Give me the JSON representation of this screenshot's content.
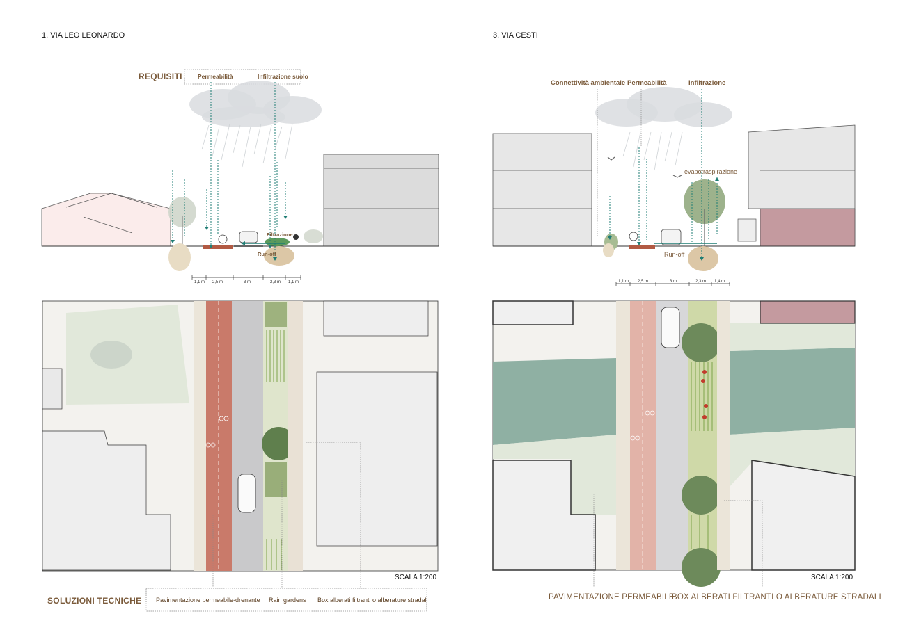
{
  "left": {
    "title": "1. VIA LEO LEONARDO",
    "requisiti_label": "REQUISITI",
    "req_tags": [
      "Permeabilità",
      "Infiltrazione suolo"
    ],
    "section_labels": {
      "filtration": "Filtrazione",
      "runoff": "Run-off"
    },
    "dimensions": [
      "1,1 m",
      "2,5 m",
      "3 m",
      "2,3 m",
      "1,1 m"
    ],
    "scale": "SCALA 1:200",
    "solutions_label": "SOLUZIONI TECNICHE",
    "solutions": [
      "Pavimentazione permeabile-drenante",
      "Rain gardens",
      "Box alberati filtranti o alberature stradali"
    ]
  },
  "right": {
    "title": "3. VIA CESTI",
    "req_tags": [
      "Connettività ambientale",
      "Permeabilità",
      "Infiltrazione"
    ],
    "section_labels": {
      "evapo": "evapotraspirazione",
      "runoff": "Run-off"
    },
    "dimensions": [
      "1,1 m",
      "2,5 m",
      "3 m",
      "2,3 m",
      "1,4 m"
    ],
    "scale": "SCALA 1:200",
    "solutions": [
      "PAVIMENTAZIONE PERMEABILE",
      "BOX ALBERATI FILTRANTI O ALBERATURE STRADALI"
    ]
  },
  "colors": {
    "accent_brown": "#7a5a3a",
    "cycle_lane": "#c97a6a",
    "road": "#c9c9cb",
    "green_area": "#dfe6d8",
    "canal": "#8fb0a3",
    "pink_building": "#c49a9f",
    "rain_arrow": "#1f7d74"
  }
}
